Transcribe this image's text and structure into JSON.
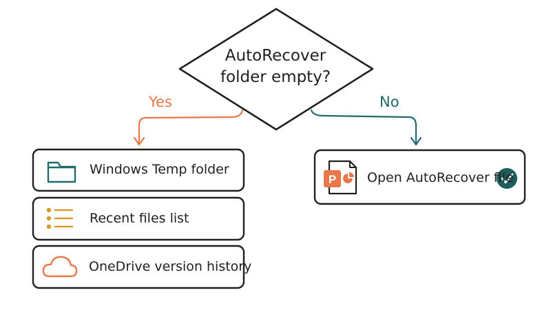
{
  "decision": {
    "line1": "AutoRecover",
    "line2": "folder empty?"
  },
  "branches": {
    "yes_label": "Yes",
    "no_label": "No"
  },
  "yes_options": [
    {
      "label": "Windows Temp folder",
      "icon": "folder-icon"
    },
    {
      "label": "Recent files list",
      "icon": "list-icon"
    },
    {
      "label": "OneDrive version history",
      "icon": "cloud-icon"
    }
  ],
  "no_option": {
    "label": "Open AutoRecover file",
    "icon": "powerpoint-file-icon",
    "status_icon": "check-icon",
    "file_badge_letter": "P"
  },
  "colors": {
    "ink": "#1f1f1f",
    "yes": "#e8774a",
    "no": "#1f6a6a",
    "teal_icon": "#1f6a6a",
    "list_icon": "#d99a2b",
    "cloud_icon": "#e8774a",
    "ppt_orange": "#e8774a"
  }
}
